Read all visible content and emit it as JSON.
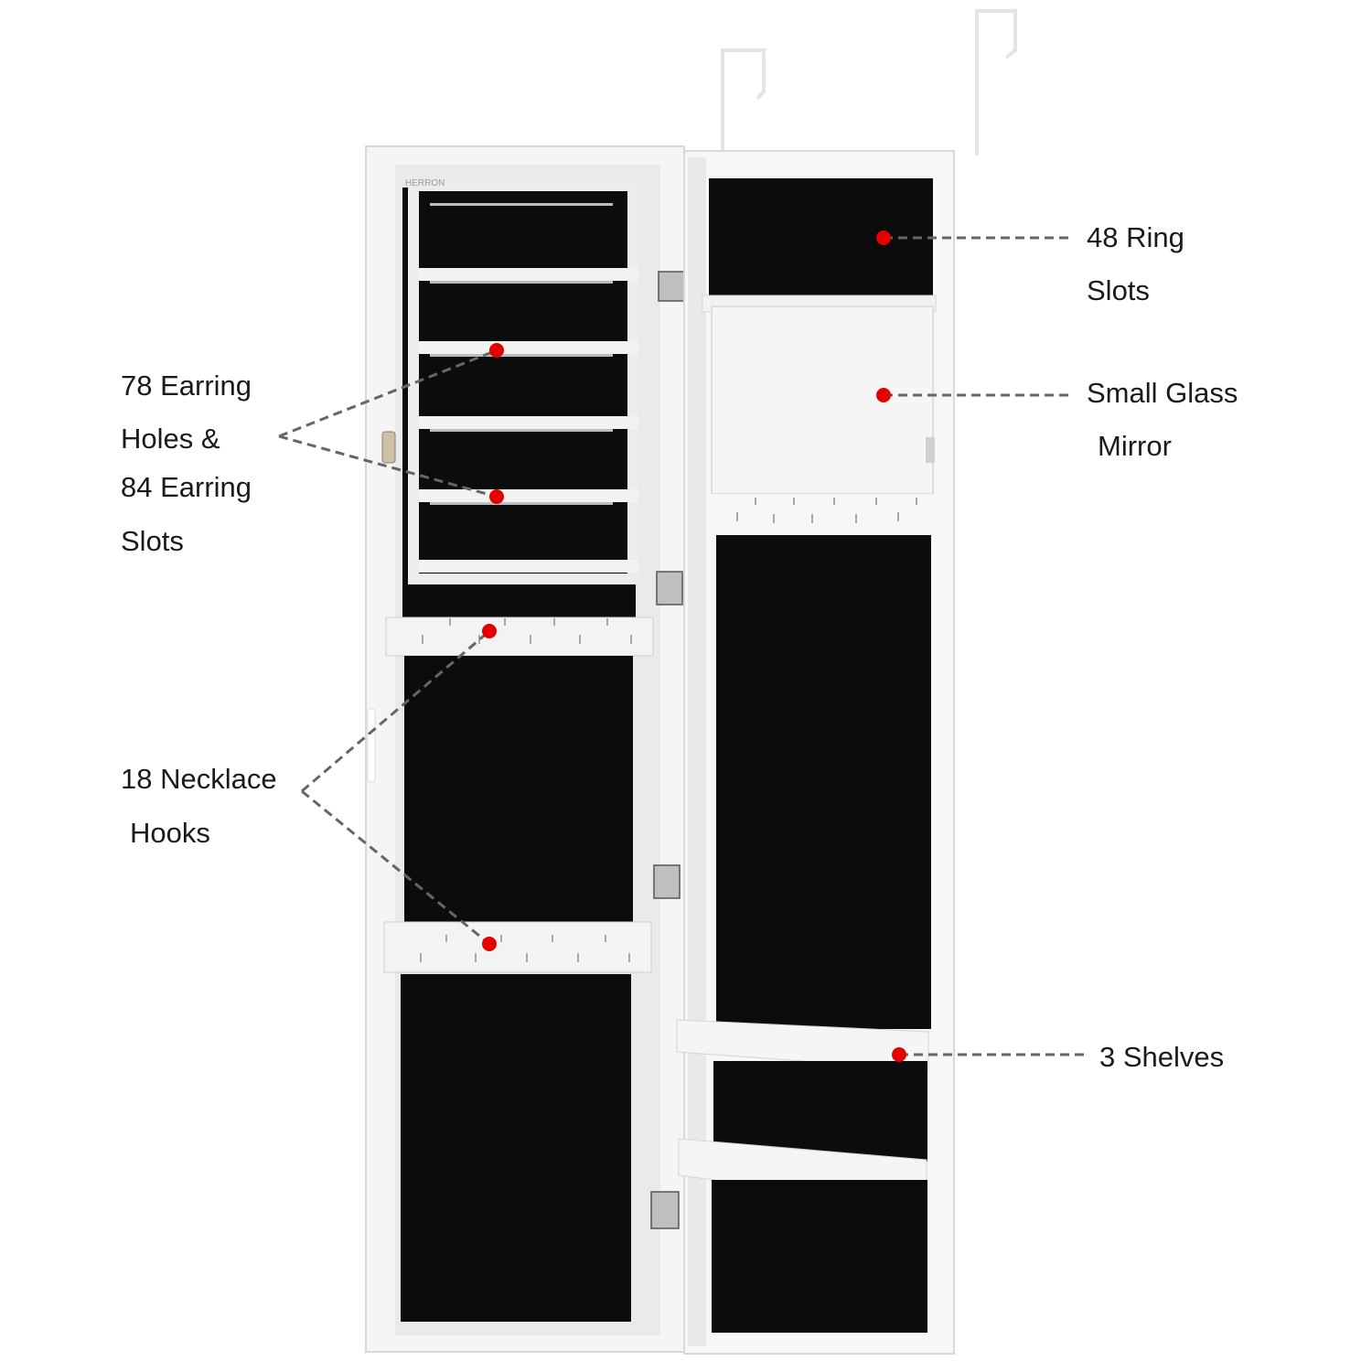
{
  "brand": "HERRON",
  "colors": {
    "background": "#ffffff",
    "cabinet": "#f7f7f7",
    "lining": "#0c0c0c",
    "marker": "#e50000",
    "leader": "#666666"
  },
  "callouts": {
    "ring_slots": {
      "line1": "48 Ring",
      "line2": "Slots"
    },
    "mirror": {
      "line1": "Small Glass",
      "line2": "Mirror"
    },
    "earrings": {
      "line1": "78 Earring",
      "line2": "Holes &",
      "line3": "84 Earring",
      "line4": "Slots"
    },
    "necklace": {
      "line1": "18 Necklace",
      "line2": "Hooks"
    },
    "shelves": {
      "line1": "3 Shelves"
    }
  }
}
